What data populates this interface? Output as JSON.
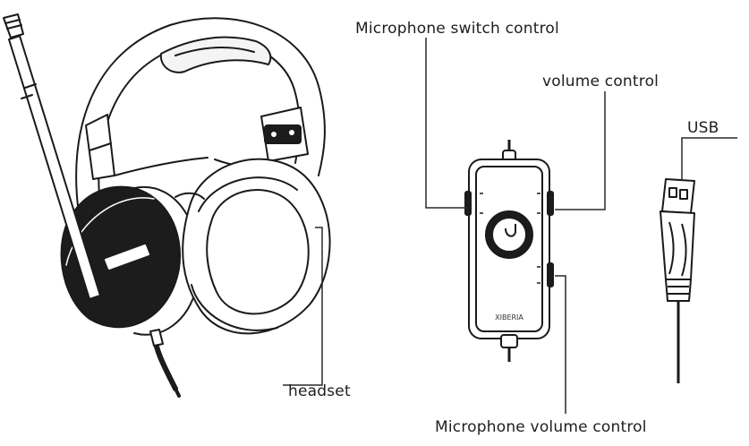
{
  "labels": {
    "microphone_switch": "Microphone switch control",
    "volume": "volume control",
    "usb": "USB",
    "headset": "headset",
    "microphone_volume": "Microphone volume control"
  },
  "controller": {
    "brand": "XIBERIA"
  },
  "colors": {
    "line": "#1a1a1a",
    "fill_dark": "#1c1c1c",
    "fill_light": "#ffffff",
    "leader": "#2a2a2a"
  }
}
